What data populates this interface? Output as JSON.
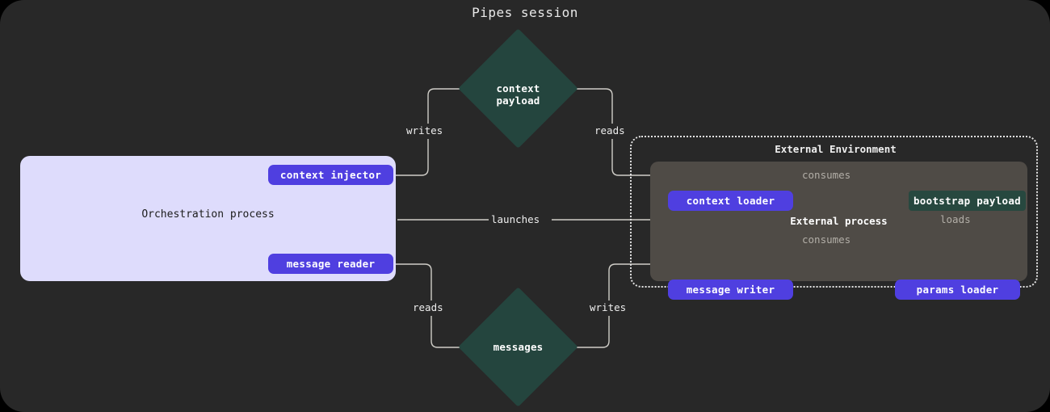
{
  "diagram": {
    "title": "Pipes session",
    "type": "flow-diagram",
    "colors": {
      "canvas_bg": "#282828",
      "orchestration_bg": "#dedcfc",
      "button_purple": "#4f3fe0",
      "teal": "#27483f",
      "diamond_teal": "#24453e",
      "external_process_bg": "#4f4b46",
      "wire": "#cfcdc7"
    }
  },
  "orchestration": {
    "label": "Orchestration process",
    "nodes": [
      {
        "id": "context-injector",
        "label": "context injector",
        "style": "purple"
      },
      {
        "id": "message-reader",
        "label": "message reader",
        "style": "purple"
      }
    ]
  },
  "external_environment": {
    "label": "External Environment",
    "process_label": "External process",
    "nodes": [
      {
        "id": "context-loader",
        "label": "context loader",
        "style": "purple"
      },
      {
        "id": "bootstrap-payload",
        "label": "bootstrap payload",
        "style": "teal"
      },
      {
        "id": "message-writer",
        "label": "message writer",
        "style": "purple"
      },
      {
        "id": "params-loader",
        "label": "params loader",
        "style": "purple"
      }
    ]
  },
  "stores": [
    {
      "id": "context-payload",
      "line1": "context",
      "line2": "payload",
      "shape": "diamond"
    },
    {
      "id": "messages",
      "line1": "messages",
      "line2": "",
      "shape": "diamond"
    }
  ],
  "edges": [
    {
      "id": "writes-context",
      "label": "writes",
      "from": "context-injector",
      "to": "context-payload"
    },
    {
      "id": "reads-context",
      "label": "reads",
      "from": "context-payload",
      "to": "context-loader"
    },
    {
      "id": "launches",
      "label": "launches",
      "from": "orchestration",
      "to": "external-environment"
    },
    {
      "id": "reads-messages",
      "label": "reads",
      "from": "messages",
      "to": "message-reader"
    },
    {
      "id": "writes-messages",
      "label": "writes",
      "from": "message-writer",
      "to": "messages"
    },
    {
      "id": "consumes-ctx",
      "label": "consumes",
      "from": "context-loader",
      "to": "bootstrap-payload"
    },
    {
      "id": "consumes-msg",
      "label": "consumes",
      "from": "message-writer",
      "to": "bootstrap-payload"
    },
    {
      "id": "loads",
      "label": "loads",
      "from": "params-loader",
      "to": "bootstrap-payload"
    }
  ]
}
